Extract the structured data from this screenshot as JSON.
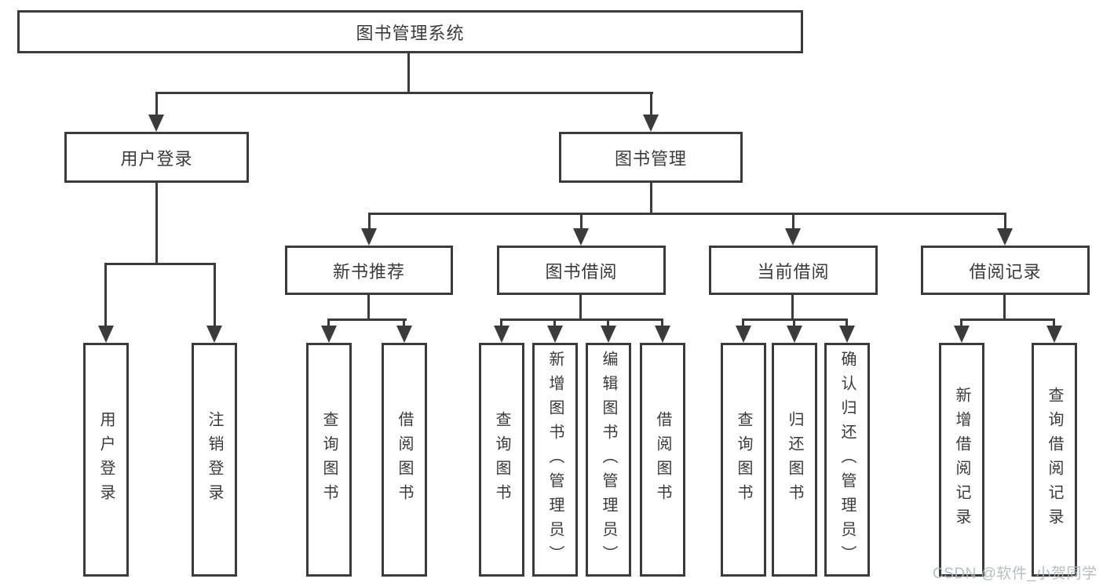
{
  "diagram": {
    "root": {
      "label": "图书管理系统"
    },
    "level2": [
      {
        "label": "用户登录",
        "children": [
          "用户登录",
          "注销登录"
        ]
      },
      {
        "label": "图书管理",
        "children": [
          "新书推荐",
          "图书借阅",
          "当前借阅",
          "借阅记录"
        ]
      }
    ],
    "level3": [
      {
        "label": "新书推荐",
        "children": [
          "查询图书",
          "借阅图书"
        ]
      },
      {
        "label": "图书借阅",
        "children": [
          "查询图书",
          "新增图书（管理员）",
          "编辑图书（管理员）",
          "借阅图书"
        ]
      },
      {
        "label": "当前借阅",
        "children": [
          "查询图书",
          "归还图书",
          "确认归还（管理员）"
        ]
      },
      {
        "label": "借阅记录",
        "children": [
          "新增借阅记录",
          "查询借阅记录"
        ]
      }
    ],
    "leaves": [
      {
        "label": "用户登录"
      },
      {
        "label": "注销登录"
      },
      {
        "label": "查询图书"
      },
      {
        "label": "借阅图书"
      },
      {
        "label": "查询图书"
      },
      {
        "label": "新增图书（管理员）"
      },
      {
        "label": "编辑图书（管理员）"
      },
      {
        "label": "借阅图书"
      },
      {
        "label": "查询图书"
      },
      {
        "label": "归还图书"
      },
      {
        "label": "确认归还（管理员）"
      },
      {
        "label": "新增借阅记录"
      },
      {
        "label": "查询借阅记录"
      }
    ],
    "watermark": "CSDN @软件_小贺同学",
    "colors": {
      "line": "#3b3b3b",
      "text": "#3a3a3a",
      "background": "#ffffff",
      "watermark": "#b2b7bc"
    }
  }
}
